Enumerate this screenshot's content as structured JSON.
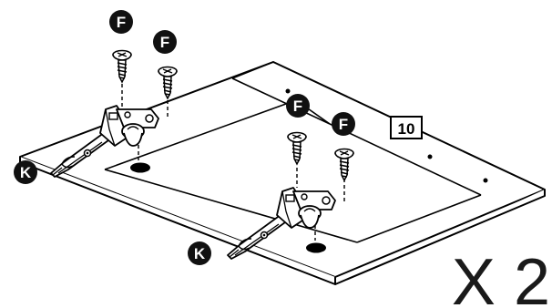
{
  "diagram": {
    "part_number": "10",
    "screw_label": "F",
    "hinge_label": "K",
    "quantity": "X 2"
  },
  "colors": {
    "ink": "#000000",
    "badge_fill": "#111111",
    "badge_text": "#ffffff"
  },
  "icons": {
    "screw": "screw-icon",
    "hinge": "cabinet-hinge-icon",
    "drill_hole": "drill-hole-icon"
  }
}
